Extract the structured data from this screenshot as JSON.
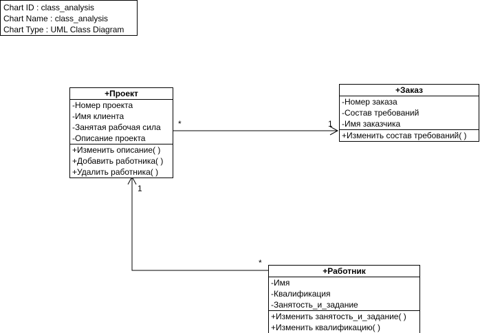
{
  "info": {
    "chart_id": "Chart ID : class_analysis",
    "chart_name": "Chart Name : class_analysis",
    "chart_type": "Chart Type : UML Class Diagram"
  },
  "classes": {
    "project": {
      "name": "+Проект",
      "attributes": [
        "-Номер проекта",
        "-Имя клиента",
        "-Занятая рабочая сила",
        "-Описание проекта"
      ],
      "operations": [
        "+Изменить описание( )",
        "+Добавить работника( )",
        "+Удалить работника( )"
      ]
    },
    "order": {
      "name": "+Заказ",
      "attributes": [
        "-Номер заказа",
        "-Состав требований",
        "-Имя заказчика"
      ],
      "operations": [
        "+Изменить состав требований( )"
      ]
    },
    "worker": {
      "name": "+Работник",
      "attributes": [
        "-Имя",
        "-Квалификация",
        "-Занятость_и_задание"
      ],
      "operations": [
        "+Изменить занятость_и_задание( )",
        "+Изменить квалификацию( )"
      ]
    }
  },
  "associations": {
    "project_order": {
      "source_multiplicity": "*",
      "target_multiplicity": "1"
    },
    "worker_project": {
      "source_multiplicity": "*",
      "target_multiplicity": "1"
    }
  }
}
